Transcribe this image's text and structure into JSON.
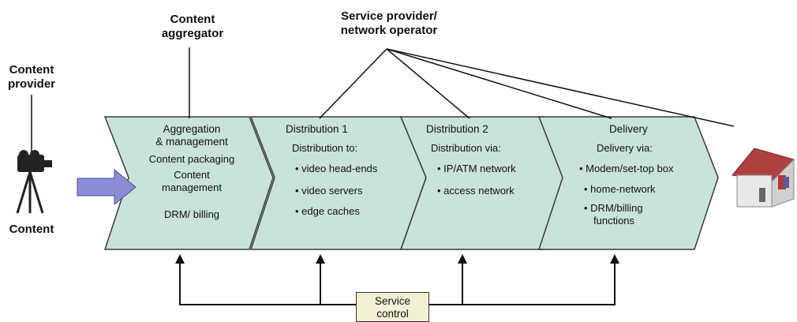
{
  "labels": {
    "content_aggregator": [
      "Content",
      "aggregator"
    ],
    "service_provider": [
      "Service provider/",
      "network operator"
    ],
    "content_provider": [
      "Content",
      "provider"
    ],
    "content": "Content",
    "service_control": [
      "Service",
      "control"
    ]
  },
  "stages": [
    {
      "title": [
        "Aggregation",
        "& management"
      ],
      "items": [
        "Content packaging",
        "Content",
        "management",
        "",
        "DRM/ billing"
      ]
    },
    {
      "title": [
        "Distribution 1"
      ],
      "items": [
        "Distribution to:",
        "• video head-ends",
        "• video servers",
        "• edge caches"
      ]
    },
    {
      "title": [
        "Distribution 2"
      ],
      "items": [
        "Distribution via:",
        "• IP/ATM network",
        "• access network"
      ]
    },
    {
      "title": [
        "Delivery"
      ],
      "items": [
        "Delivery via:",
        "• Modem/set-top box",
        "• home-network",
        "• DRM/billing",
        "functions"
      ]
    }
  ],
  "colors": {
    "chevron_fill": "#c9e3d9",
    "chevron_stroke": "#3a3a3a",
    "input_arrow": "#8a8dd6",
    "service_box": "#f3efd4"
  }
}
